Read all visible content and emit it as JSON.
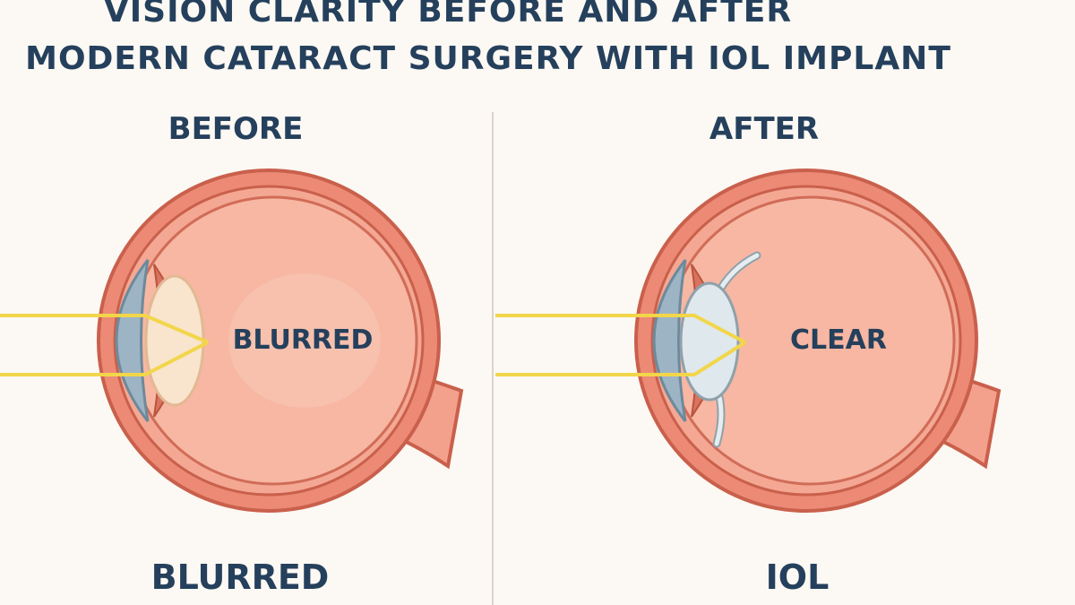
{
  "title": {
    "line1": "VISION CLARITY BEFORE AND AFTER",
    "line2": "MODERN CATARACT SURGERY WITH IOL IMPLANT"
  },
  "panels": {
    "before": {
      "heading": "BEFORE",
      "eye_label": "BLURRED",
      "bottom_label": "BLURRED"
    },
    "after": {
      "heading": "AFTER",
      "eye_label": "CLEAR",
      "bottom_label": "IOL"
    }
  },
  "colors": {
    "text": "#25405c",
    "eye_outer": "#e9806d",
    "eye_inner": "#f7b39e",
    "lens_cloudy": "#f9e4cd",
    "iol": "#dfe8ec",
    "cornea": "#9db4c4",
    "light_ray": "#f2d64a"
  }
}
